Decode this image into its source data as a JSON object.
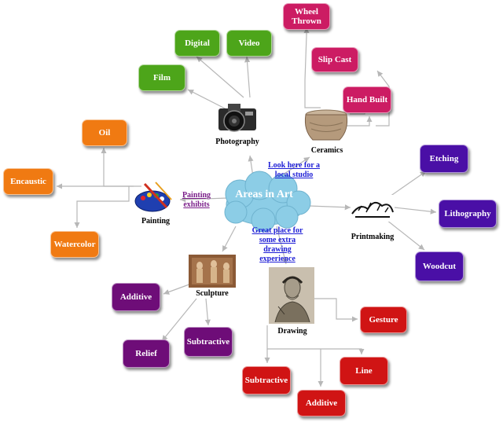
{
  "colors": {
    "green": "#4da51a",
    "magenta": "#cc1c63",
    "orange": "#f07a12",
    "indigo": "#4a0fa6",
    "purple": "#6e0d78",
    "red": "#d01414",
    "cloud": "#8ccde6",
    "connector": "#b7b7b7"
  },
  "center": {
    "title": "Areas in Art"
  },
  "links": {
    "ceramics_studio": "Look here for a local studio",
    "painting_exhibits": "Painting exhibits",
    "drawing_experience": "Great place for some extra drawing experience"
  },
  "categories": {
    "photography": {
      "label": "Photography",
      "icon": "camera-icon",
      "children": [
        "Digital",
        "Video",
        "Film"
      ]
    },
    "ceramics": {
      "label": "Ceramics",
      "icon": "pot-icon",
      "children": [
        "Wheel Thrown",
        "Slip Cast",
        "Hand Built"
      ]
    },
    "painting": {
      "label": "Painting",
      "icon": "palette-icon",
      "children": [
        "Oil",
        "Encaustic",
        "Watercolor"
      ]
    },
    "printmaking": {
      "label": "Printmaking",
      "icon": "print-icon",
      "children": [
        "Etching",
        "Lithography",
        "Woodcut"
      ]
    },
    "sculpture": {
      "label": "Sculpture",
      "icon": "sculpture-icon",
      "children": [
        "Additive",
        "Relief",
        "Subtractive"
      ]
    },
    "drawing": {
      "label": "Drawing",
      "icon": "portrait-icon",
      "children": [
        "Gesture",
        "Line",
        "Subtractive",
        "Additive"
      ]
    }
  }
}
